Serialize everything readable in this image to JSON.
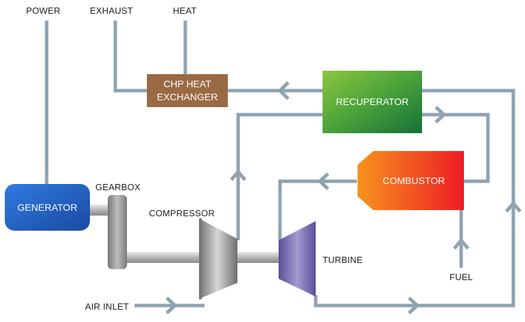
{
  "labels": {
    "power": "POWER",
    "exhaust": "EXHAUST",
    "heat": "HEAT",
    "gearbox": "GEARBOX",
    "compressor": "COMPRESSOR",
    "turbine": "TURBINE",
    "air_inlet": "AIR INLET",
    "fuel": "FUEL"
  },
  "components": {
    "generator": "GENERATOR",
    "chp_line1": "CHP HEAT",
    "chp_line2": "EXCHANGER",
    "recuperator": "RECUPERATOR",
    "combustor": "COMBUSTOR"
  },
  "colors": {
    "pipe": "#8fa3b1",
    "generator": "#1f5db8",
    "chp": "#9a6a45",
    "recuperator_start": "#8cc63f",
    "recuperator_end": "#1a7a3a",
    "combustor_start": "#f7931e",
    "combustor_end": "#ed1c24",
    "compressor": "#9a9a9a",
    "turbine": "#6b5fa6",
    "gearbox": "#8c8c8c"
  }
}
